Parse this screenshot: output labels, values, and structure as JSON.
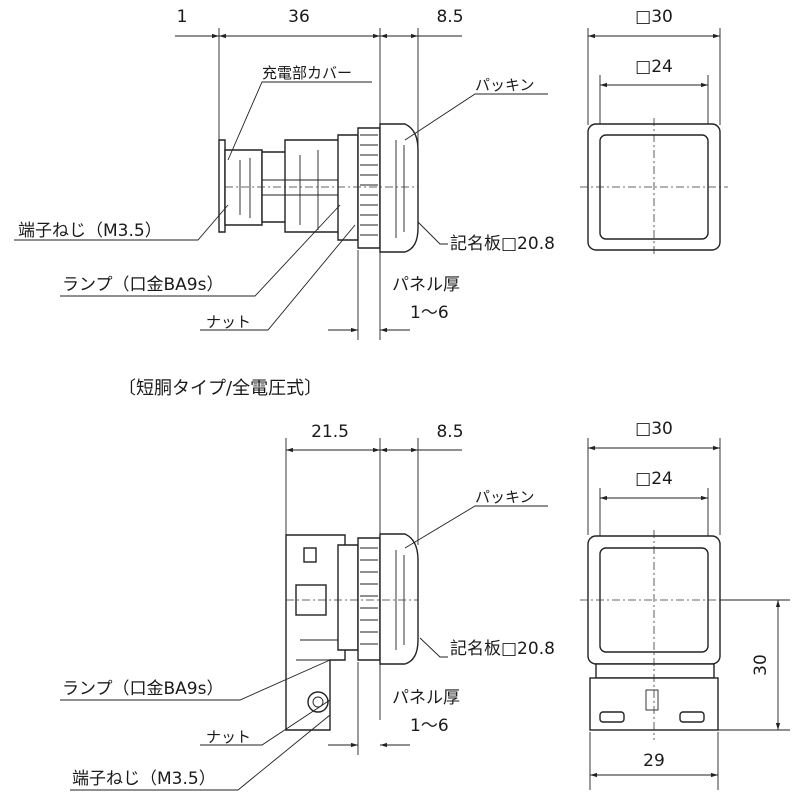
{
  "top": {
    "dims": {
      "a": "1",
      "b": "36",
      "c": "8.5",
      "outer": "□30",
      "inner": "□24"
    },
    "labels": {
      "cover": "充電部カバー",
      "packing": "パッキン",
      "terminal": "端子ねじ（M3.5）",
      "nameplate": "記名板□20.8",
      "lamp": "ランプ（口金BA9s）",
      "panel1": "パネル厚",
      "panel2": "1～6",
      "nut": "ナット"
    }
  },
  "bottom": {
    "section_title": "〔短胴タイプ/全電圧式〕",
    "dims": {
      "a": "21.5",
      "c": "8.5",
      "outer": "□30",
      "inner": "□24",
      "height": "30",
      "width": "29"
    },
    "labels": {
      "packing": "パッキン",
      "nameplate": "記名板□20.8",
      "lamp": "ランプ（口金BA9s）",
      "panel1": "パネル厚",
      "panel2": "1～6",
      "nut": "ナット",
      "terminal": "端子ねじ（M3.5）"
    }
  }
}
